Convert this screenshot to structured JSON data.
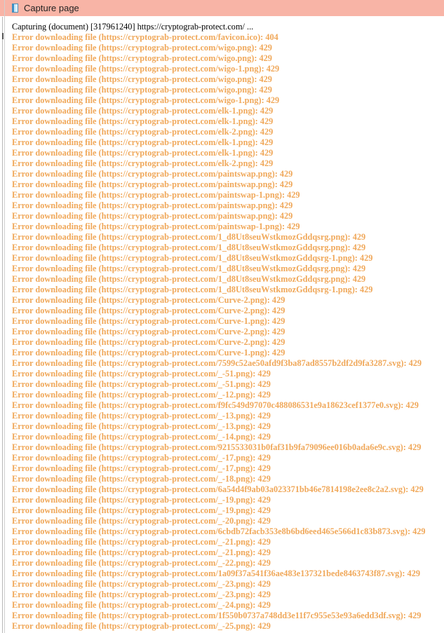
{
  "window": {
    "title": "Capture page",
    "icon": "page-icon"
  },
  "log": {
    "status_line": "Capturing (document) [317961240] https://cryptograb-protect.com/ ...",
    "errors": [
      "Error downloading file (https://cryptograb-protect.com/favicon.ico): 404",
      "Error downloading file (https://cryptograb-protect.com/wigo.png): 429",
      "Error downloading file (https://cryptograb-protect.com/wigo.png): 429",
      "Error downloading file (https://cryptograb-protect.com/wigo-1.png): 429",
      "Error downloading file (https://cryptograb-protect.com/wigo.png): 429",
      "Error downloading file (https://cryptograb-protect.com/wigo.png): 429",
      "Error downloading file (https://cryptograb-protect.com/wigo-1.png): 429",
      "Error downloading file (https://cryptograb-protect.com/elk-1.png): 429",
      "Error downloading file (https://cryptograb-protect.com/elk-1.png): 429",
      "Error downloading file (https://cryptograb-protect.com/elk-2.png): 429",
      "Error downloading file (https://cryptograb-protect.com/elk-1.png): 429",
      "Error downloading file (https://cryptograb-protect.com/elk-1.png): 429",
      "Error downloading file (https://cryptograb-protect.com/elk-2.png): 429",
      "Error downloading file (https://cryptograb-protect.com/paintswap.png): 429",
      "Error downloading file (https://cryptograb-protect.com/paintswap.png): 429",
      "Error downloading file (https://cryptograb-protect.com/paintswap-1.png): 429",
      "Error downloading file (https://cryptograb-protect.com/paintswap.png): 429",
      "Error downloading file (https://cryptograb-protect.com/paintswap.png): 429",
      "Error downloading file (https://cryptograb-protect.com/paintswap-1.png): 429",
      "Error downloading file (https://cryptograb-protect.com/1_d8Ut8seuWstkmozGddqsrg.png): 429",
      "Error downloading file (https://cryptograb-protect.com/1_d8Ut8seuWstkmozGddqsrg.png): 429",
      "Error downloading file (https://cryptograb-protect.com/1_d8Ut8seuWstkmozGddqsrg-1.png): 429",
      "Error downloading file (https://cryptograb-protect.com/1_d8Ut8seuWstkmozGddqsrg.png): 429",
      "Error downloading file (https://cryptograb-protect.com/1_d8Ut8seuWstkmozGddqsrg.png): 429",
      "Error downloading file (https://cryptograb-protect.com/1_d8Ut8seuWstkmozGddqsrg-1.png): 429",
      "Error downloading file (https://cryptograb-protect.com/Curve-2.png): 429",
      "Error downloading file (https://cryptograb-protect.com/Curve-2.png): 429",
      "Error downloading file (https://cryptograb-protect.com/Curve-1.png): 429",
      "Error downloading file (https://cryptograb-protect.com/Curve-2.png): 429",
      "Error downloading file (https://cryptograb-protect.com/Curve-2.png): 429",
      "Error downloading file (https://cryptograb-protect.com/Curve-1.png): 429",
      "Error downloading file (https://cryptograb-protect.com/7599c52ae50afd9f3ba87ad8557b2df2d9fa3287.svg): 429",
      "Error downloading file (https://cryptograb-protect.com/_-51.png): 429",
      "Error downloading file (https://cryptograb-protect.com/_-51.png): 429",
      "Error downloading file (https://cryptograb-protect.com/_-12.png): 429",
      "Error downloading file (https://cryptograb-protect.com/f9fc549d97070c488086531e9a18623cef1377e0.svg): 429",
      "Error downloading file (https://cryptograb-protect.com/_-13.png): 429",
      "Error downloading file (https://cryptograb-protect.com/_-13.png): 429",
      "Error downloading file (https://cryptograb-protect.com/_-14.png): 429",
      "Error downloading file (https://cryptograb-protect.com/9215533031b0faf31b9fa79096ee016b0ada6e9c.svg): 429",
      "Error downloading file (https://cryptograb-protect.com/_-17.png): 429",
      "Error downloading file (https://cryptograb-protect.com/_-17.png): 429",
      "Error downloading file (https://cryptograb-protect.com/_-18.png): 429",
      "Error downloading file (https://cryptograb-protect.com/6a54d4f9ab03a023371bb46e7814198e2ee8c2a2.svg): 429",
      "Error downloading file (https://cryptograb-protect.com/_-19.png): 429",
      "Error downloading file (https://cryptograb-protect.com/_-19.png): 429",
      "Error downloading file (https://cryptograb-protect.com/_-20.png): 429",
      "Error downloading file (https://cryptograb-protect.com/6cbdb72facb353e8b6bd6eed465e566d1c83b873.svg): 429",
      "Error downloading file (https://cryptograb-protect.com/_-21.png): 429",
      "Error downloading file (https://cryptograb-protect.com/_-21.png): 429",
      "Error downloading file (https://cryptograb-protect.com/_-22.png): 429",
      "Error downloading file (https://cryptograb-protect.com/1a09f37a541f36ae483e137321bede8463743f87.svg): 429",
      "Error downloading file (https://cryptograb-protect.com/_-23.png): 429",
      "Error downloading file (https://cryptograb-protect.com/_-23.png): 429",
      "Error downloading file (https://cryptograb-protect.com/_-24.png): 429",
      "Error downloading file (https://cryptograb-protect.com/1f550b0737a748dd3e11f7c955e53e93a6edd3df.svg): 429",
      "Error downloading file (https://cryptograb-protect.com/_-25.png): 429"
    ]
  },
  "colors": {
    "header_bg": "#f8b4a6",
    "error_text": "#f0a85a",
    "status_text": "#000000"
  }
}
